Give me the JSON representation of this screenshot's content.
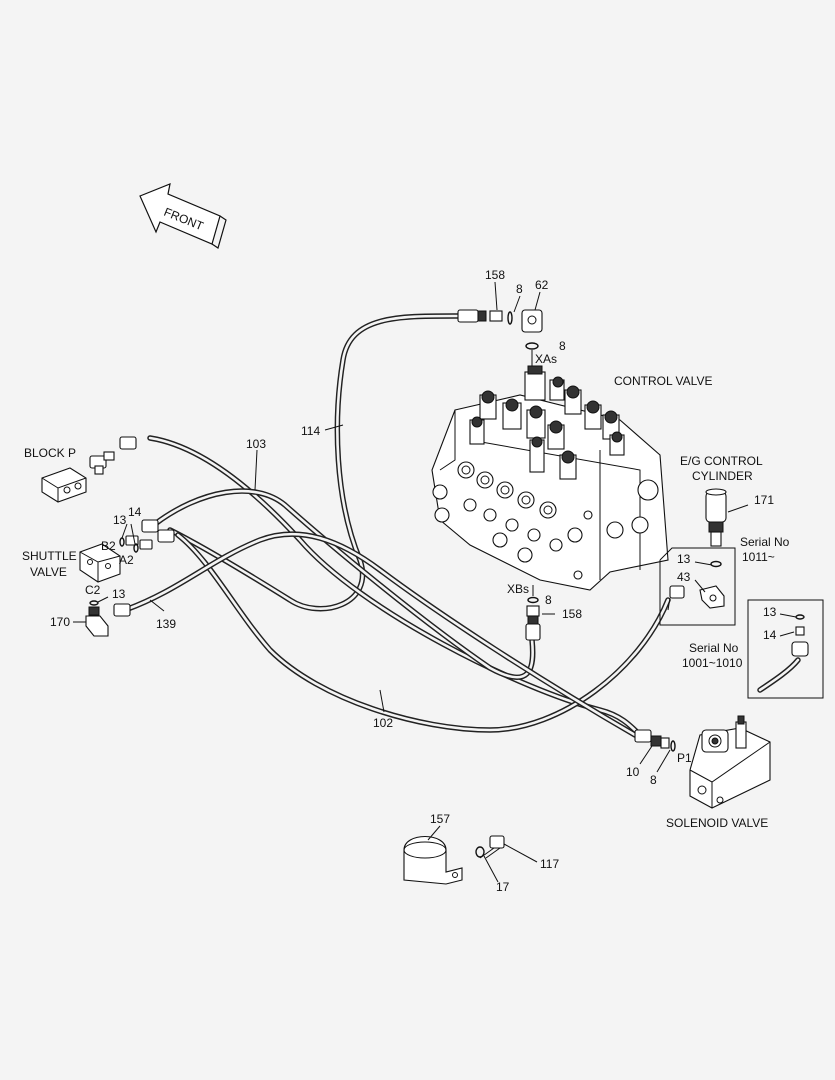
{
  "labels": {
    "front": "FRONT",
    "block_p": "BLOCK P",
    "shuttle_valve_1": "SHUTTLE",
    "shuttle_valve_2": "VALVE",
    "control_valve": "CONTROL VALVE",
    "eg_control_1": "E/G CONTROL",
    "eg_control_2": "CYLINDER",
    "solenoid_valve": "SOLENOID VALVE",
    "serial_1011_1": "Serial No",
    "serial_1011_2": "1011~",
    "serial_1001_1": "Serial No",
    "serial_1001_2": "1001~1010"
  },
  "ports": {
    "xas": "XAs",
    "xbs": "XBs",
    "b2": "B2",
    "a2": "A2",
    "c2": "C2",
    "p1": "P1"
  },
  "parts": {
    "p158a": "158",
    "p8a": "8",
    "p62": "62",
    "p8b": "8",
    "p114": "114",
    "p103": "103",
    "p13a": "13",
    "p14a": "14",
    "p13b": "13",
    "p170": "170",
    "p139": "139",
    "p171": "171",
    "p13c": "13",
    "p43": "43",
    "p8c": "8",
    "p158b": "158",
    "p13d": "13",
    "p14b": "14",
    "p102": "102",
    "p10": "10",
    "p8d": "8",
    "p157": "157",
    "p117": "117",
    "p17": "17"
  }
}
